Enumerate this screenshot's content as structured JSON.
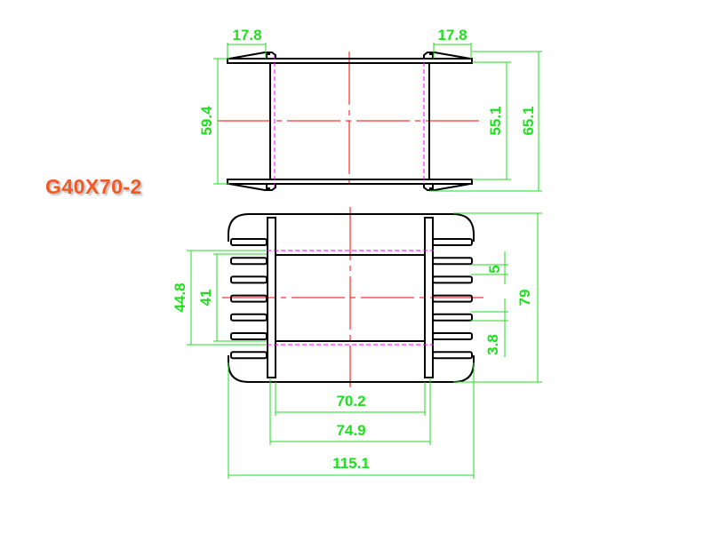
{
  "title": "G40X70-2",
  "colors": {
    "title": "#f25a24",
    "dimension": "#22dd22",
    "centerline": "#ff0000",
    "hidden": "#ff00ff",
    "outline": "#000000"
  },
  "top_view": {
    "dims": {
      "flange_left": "17.8",
      "flange_right": "17.8",
      "inner_height": "59.4",
      "body_height": "55.1",
      "overall_height": "65.1"
    }
  },
  "front_view": {
    "dims": {
      "window_outer": "44.8",
      "window_inner": "41",
      "fin_pitch": "5",
      "fin_gap": "3.8",
      "overall_height": "79",
      "body_width": "70.2",
      "bobbin_width": "74.9",
      "overall_width": "115.1"
    },
    "fin_count_per_side": 7
  }
}
